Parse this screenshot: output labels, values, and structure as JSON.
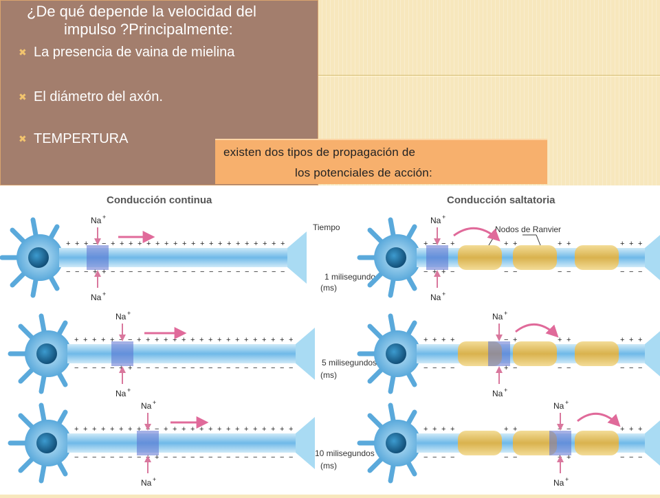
{
  "slide": {
    "title_line1": "¿De qué depende la velocidad del",
    "title_line2": "impulso ?Principalmente:",
    "bullets": [
      "La presencia de vaina de mielina",
      " El diámetro del axón.",
      "TEMPERTURA"
    ],
    "callout_line1": "existen dos tipos de propagación de",
    "callout_line2": "los potenciales de acción:"
  },
  "figure": {
    "left_title": "Conducción continua",
    "right_title": "Conducción saltatoria",
    "time_label": "Tiempo",
    "nodes_label": "Nodos de Ranvier",
    "ion_label": "Na",
    "ion_charge": "+",
    "rows": [
      {
        "time_line1": "1 milisegundo",
        "time_line2": "(ms)"
      },
      {
        "time_line1": "5 milisegundos",
        "time_line2": "(ms)"
      },
      {
        "time_line1": "10 milisegundos",
        "time_line2": "(ms)"
      }
    ],
    "colors": {
      "axon": "#8fcfef",
      "axon_dark": "#3b95cf",
      "nucleus": "#1e6fa0",
      "myelin": "#e8c66a",
      "active_zone": "#5a6fd0",
      "arrow": "#e06a9a"
    }
  }
}
